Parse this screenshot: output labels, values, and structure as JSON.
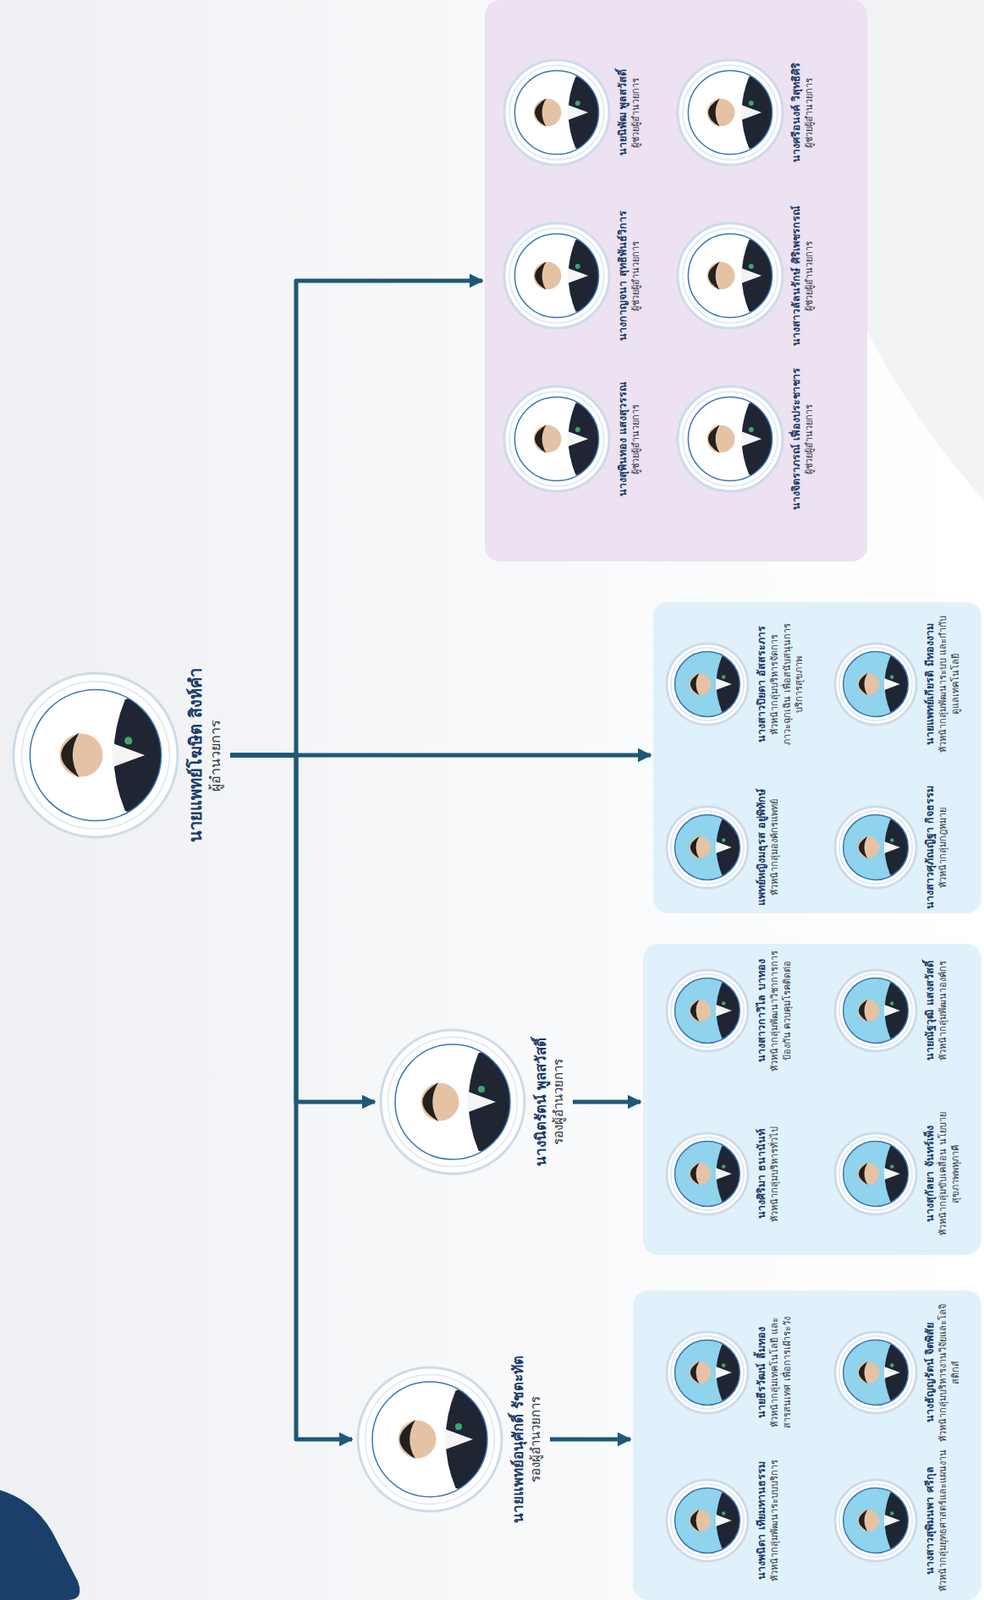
{
  "diagram": {
    "nodes": [
      {
        "text": [
          "นายแพทย์โฆษิต สิงห์คำ",
          "ผู้อำนวยการ"
        ]
      },
      {
        "text": [
          "นายแพทย์อนุศักดิ์ รัชตะทัต",
          "รองผู้อำนวยการ"
        ]
      },
      {
        "text": [
          "นางนิตรัตน์ พูลสวัสดิ์",
          "รองผู้อำนวยการ"
        ]
      },
      {
        "text": []
      },
      {
        "text": [
          "นางพนิดา เทียมทานธรรม",
          "หัวหน้ากลุ่มพัฒนาระบบบริการ"
        ],
        "in": 3
      },
      {
        "text": [
          "นายธีรวัฒน์ ลิ้มทอง",
          "หัวหน้ากลุ่มเทคโนโลยี และสารสนเทศ เพื่อการเฝ้าระวัง"
        ],
        "in": 3
      },
      {
        "text": [
          "นางสาวสุพิมนพา ศรีกุล",
          "หัวหน้ากลุ่มยุทธศาสตร์และแผนงาน"
        ],
        "in": 3
      },
      {
        "text": [
          "นางธัญญรัตน์ จิตพิสัย",
          "หัวหน้ากลุ่มบริหารงานวิจัยและโลจิสติกส์"
        ],
        "in": 3
      },
      {
        "text": []
      },
      {
        "text": [
          "นางศิริมา ธนานันท์",
          "หัวหน้ากลุ่มบริหารทั่วไป"
        ],
        "in": 8
      },
      {
        "text": [
          "นางสาวกาวิไล บาทอง",
          "หัวหน้ากลุ่มพัฒนาวิชาการการป้องกัน ควบคุมโรคติดต่อ"
        ],
        "in": 8
      },
      {
        "text": [
          "นางสุกัลยา จันทร์เพ็ง",
          "หัวหน้ากลุ่มขับเคลื่อน นโยบายสุขภาพพหุภาคี"
        ],
        "in": 8
      },
      {
        "text": [
          "นายณัฐวุฒิ แสงสวัสดิ์",
          "หัวหน้ากลุ่มพัฒนาองค์กร"
        ],
        "in": 8
      },
      {
        "text": []
      },
      {
        "text": [
          "แพทย์หญิงมธุรส อยู่พิทักษ์",
          "หัวหน้ากลุ่มองค์กรแพทย์"
        ],
        "in": 13
      },
      {
        "text": [
          "นางสาวปิยดา อัสสระภาร",
          "หัวหน้ากลุ่มบริหารจัดการภาวะฉุกเฉิน เพื่อสนับสนุนการบริการสุขภาพ"
        ],
        "in": 13
      },
      {
        "text": [
          "นางสาวศุภัณญิฐา กิจธรรม",
          "หัวหน้ากลุ่มกฎหมาย"
        ],
        "in": 13
      },
      {
        "text": [
          "นายแพทย์เกียรติ มีทองงาม",
          "หัวหน้ากลุ่มพัฒนาระบบ และกำกับดูแลเทคโนโลยี"
        ],
        "in": 13
      },
      {
        "text": []
      },
      {
        "text": [
          "นางสุพินทอง แสงสุวรรณ",
          "ผู้ช่วยผู้อำนวยการ"
        ],
        "in": 18
      },
      {
        "text": [
          "นางกาญจนา สุทธิพันธ์วิการ",
          "ผู้ช่วยผู้อำนวยการ"
        ],
        "in": 18
      },
      {
        "text": [
          "นายนิพัฒ พูลสวัสดิ์",
          "ผู้ช่วยผู้อำนวยการ"
        ],
        "in": 18
      },
      {
        "text": [
          "นางจิตราภรณ์ เฟื่องประชาชาร",
          "ผู้ช่วยผู้อำนวยการ"
        ],
        "in": 18
      },
      {
        "text": [
          "นางสาวลัลนรักษ์ ศิริเพชรกรณ์",
          "ผู้ช่วยผู้อำนวยการ"
        ],
        "in": 18
      },
      {
        "text": [
          "นางศรีอนงค์ วิสุทธิศิริ",
          "ผู้ช่วยผู้อำนวยการ"
        ],
        "in": 18
      }
    ],
    "edges": [
      {
        "from": 0,
        "to": 1,
        "arrow": "to"
      },
      {
        "from": 0,
        "to": 2,
        "arrow": "to"
      },
      {
        "from": 0,
        "to": 13,
        "arrow": "to"
      },
      {
        "from": 0,
        "to": 18,
        "arrow": "to"
      },
      {
        "from": 1,
        "to": 3,
        "arrow": "to"
      },
      {
        "from": 2,
        "to": 8,
        "arrow": "to"
      }
    ]
  }
}
